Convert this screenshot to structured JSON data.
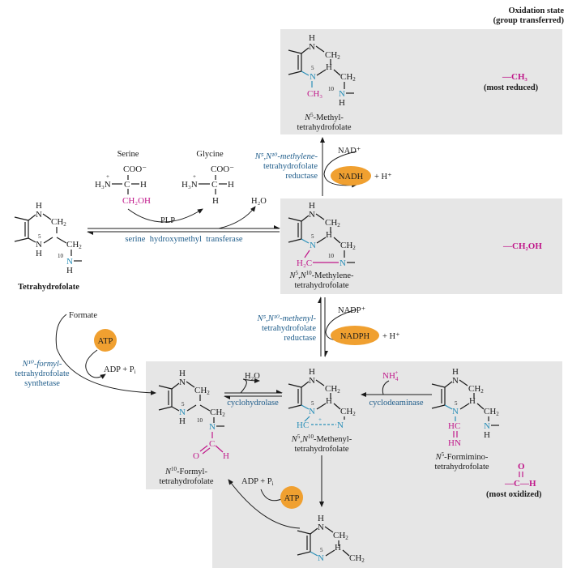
{
  "header": {
    "title": "Oxidation state",
    "subtitle": "(group transferred)"
  },
  "molecules": {
    "methyl": {
      "line1": "N",
      "sup": "5",
      "line1_rest": "-Methyl-",
      "line2": "tetrahydrofolate",
      "group": "CH₃"
    },
    "methylene": {
      "line1": "N",
      "sup1": "5",
      "mid": ",N",
      "sup2": "10",
      "rest": "-Methylene-",
      "line2": "tetrahydrofolate",
      "group": "H₂C"
    },
    "thf": {
      "label": "Tetrahydrofolate"
    },
    "methenyl": {
      "line1": "N",
      "sup1": "5",
      "mid": ",N",
      "sup2": "10",
      "rest": "-Methenyl-",
      "line2": "tetrahydrofolate"
    },
    "formyl": {
      "line1": "N",
      "sup": "10",
      "rest": "-Formyl-",
      "line2": "tetrahydrofolate"
    },
    "formimino": {
      "line1": "N",
      "sup": "5",
      "rest": "-Formimino-",
      "line2": "tetrahydrofolate"
    }
  },
  "oxidation": {
    "ch3": "—CH₃",
    "ch3_note": "(most reduced)",
    "ch2oh": "—CH₂OH",
    "cho_o": "O",
    "cho": "—C—H",
    "cho_note": "(most oxidized)"
  },
  "reactants": {
    "serine": "Serine",
    "glycine": "Glycine",
    "coo": "COO⁻",
    "h3n": "H₃N",
    "plus": "+",
    "ch": "C",
    "h": "H",
    "ch2oh": "CH₂OH",
    "h2o_1": "H₂O",
    "plp": "PLP",
    "formate": "Formate",
    "adp_pi_1": "ADP + P",
    "adp_pi_2": "ADP + P",
    "pi_sub": "i",
    "h2o_2": "H₂O",
    "nh4": "NH",
    "nh4_sub": "4",
    "nh4_sup": "+",
    "nad": "NAD⁺",
    "nadh": "NADH",
    "nadp": "NADP⁺",
    "nadph": "NADPH",
    "hplus_1": "+ H⁺",
    "hplus_2": "+ H⁺",
    "atp_1": "ATP",
    "atp_2": "ATP"
  },
  "enzymes": {
    "mthfr_1": "N⁵,N¹⁰-methylene-",
    "mthfr_2": "tetrahydrofolate",
    "mthfr_3": "reductase",
    "shmt": "serine  hydroxymethyl  transferase",
    "mthfd_1": "N⁵,N¹⁰-methenyl-",
    "mthfd_2": "tetrahydrofolate",
    "mthfd_3": "reductase",
    "fths_1": "N¹⁰-formyl-",
    "fths_2": "tetrahydrofolate",
    "fths_3": "synthetase",
    "cyclohydrolase": "cyclohydrolase",
    "cyclodeaminase": "cyclodeaminase"
  },
  "colors": {
    "nitrogen": "#2a8fb8",
    "carbon_group": "#c0178a",
    "enzyme": "#1e5c8a",
    "atp": "#f0a030",
    "panel": "#e6e6e6"
  }
}
